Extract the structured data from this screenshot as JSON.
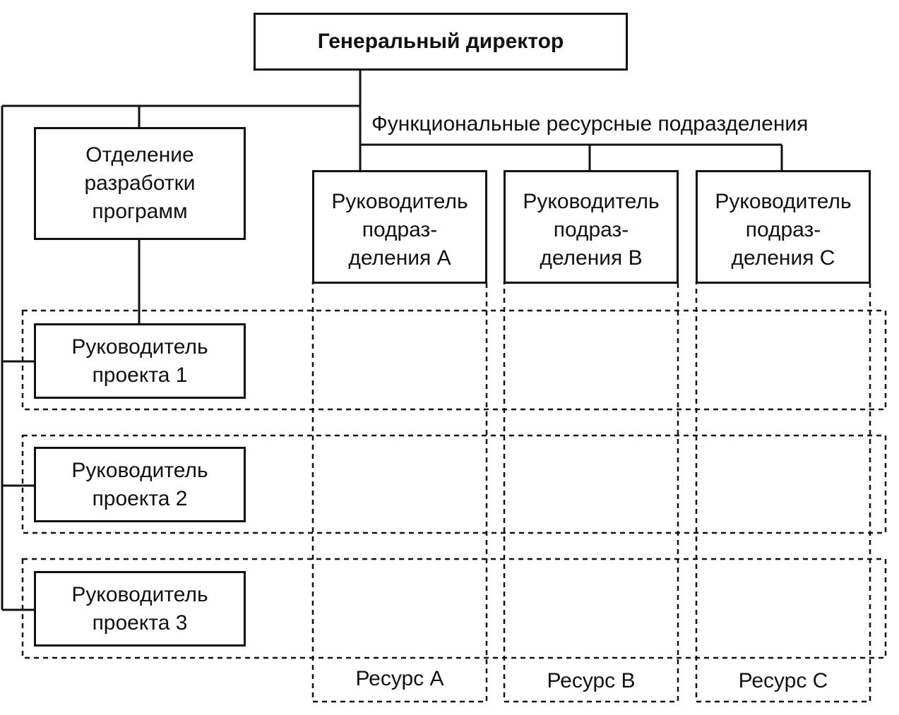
{
  "diagram": {
    "ceo": "Генеральный директор",
    "functional_label": "Функциональные ресурсные подразделения",
    "dev_department": "Отделение\nразработки\nпрограмм",
    "dept_heads": [
      "Руководитель\nподраз-\nделения A",
      "Руководитель\nподраз-\nделения B",
      "Руководитель\nподраз-\nделения C"
    ],
    "project_managers": [
      "Руководитель\nпроекта 1",
      "Руководитель\nпроекта 2",
      "Руководитель\nпроекта 3"
    ],
    "resources": [
      "Ресурс A",
      "Ресурс B",
      "Ресурс C"
    ]
  },
  "colors": {
    "line": "#111111",
    "background": "#ffffff"
  }
}
